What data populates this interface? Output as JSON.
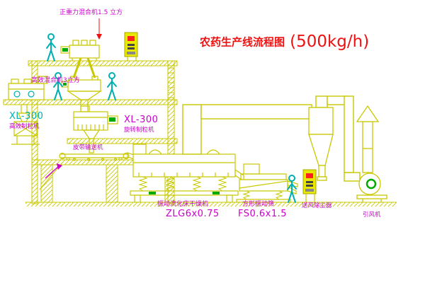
{
  "title": {
    "name": "农药生产线流程图",
    "capacity": "(500kg/h)"
  },
  "labels": {
    "gravity_mixer": "正重力混合机1.5 立方",
    "efficient_mixer": "高效混合机3立方",
    "granulator_left_model": "XL-300",
    "granulator_left_name": "高效制粒机",
    "granulator_mid_model": "XL-300",
    "granulator_mid_name": "旋转制粒机",
    "belt_conveyor": "皮带输送机",
    "dryer_name": "振动流化床干燥机",
    "dryer_model": "ZLG6x0.75",
    "screen_name": "方形振动筛",
    "screen_model": "FS0.6x1.5",
    "dust_collector": "送风除尘器",
    "induced_fan": "引风机"
  },
  "colors": {
    "equipment_line": "#c8c800",
    "figure_cyan": "#00b0b0",
    "label_magenta": "#cc00cc",
    "title_red": "#ee1111",
    "accent_green": "#00aa00",
    "button_red": "#ff2020",
    "background": "#ffffff"
  }
}
